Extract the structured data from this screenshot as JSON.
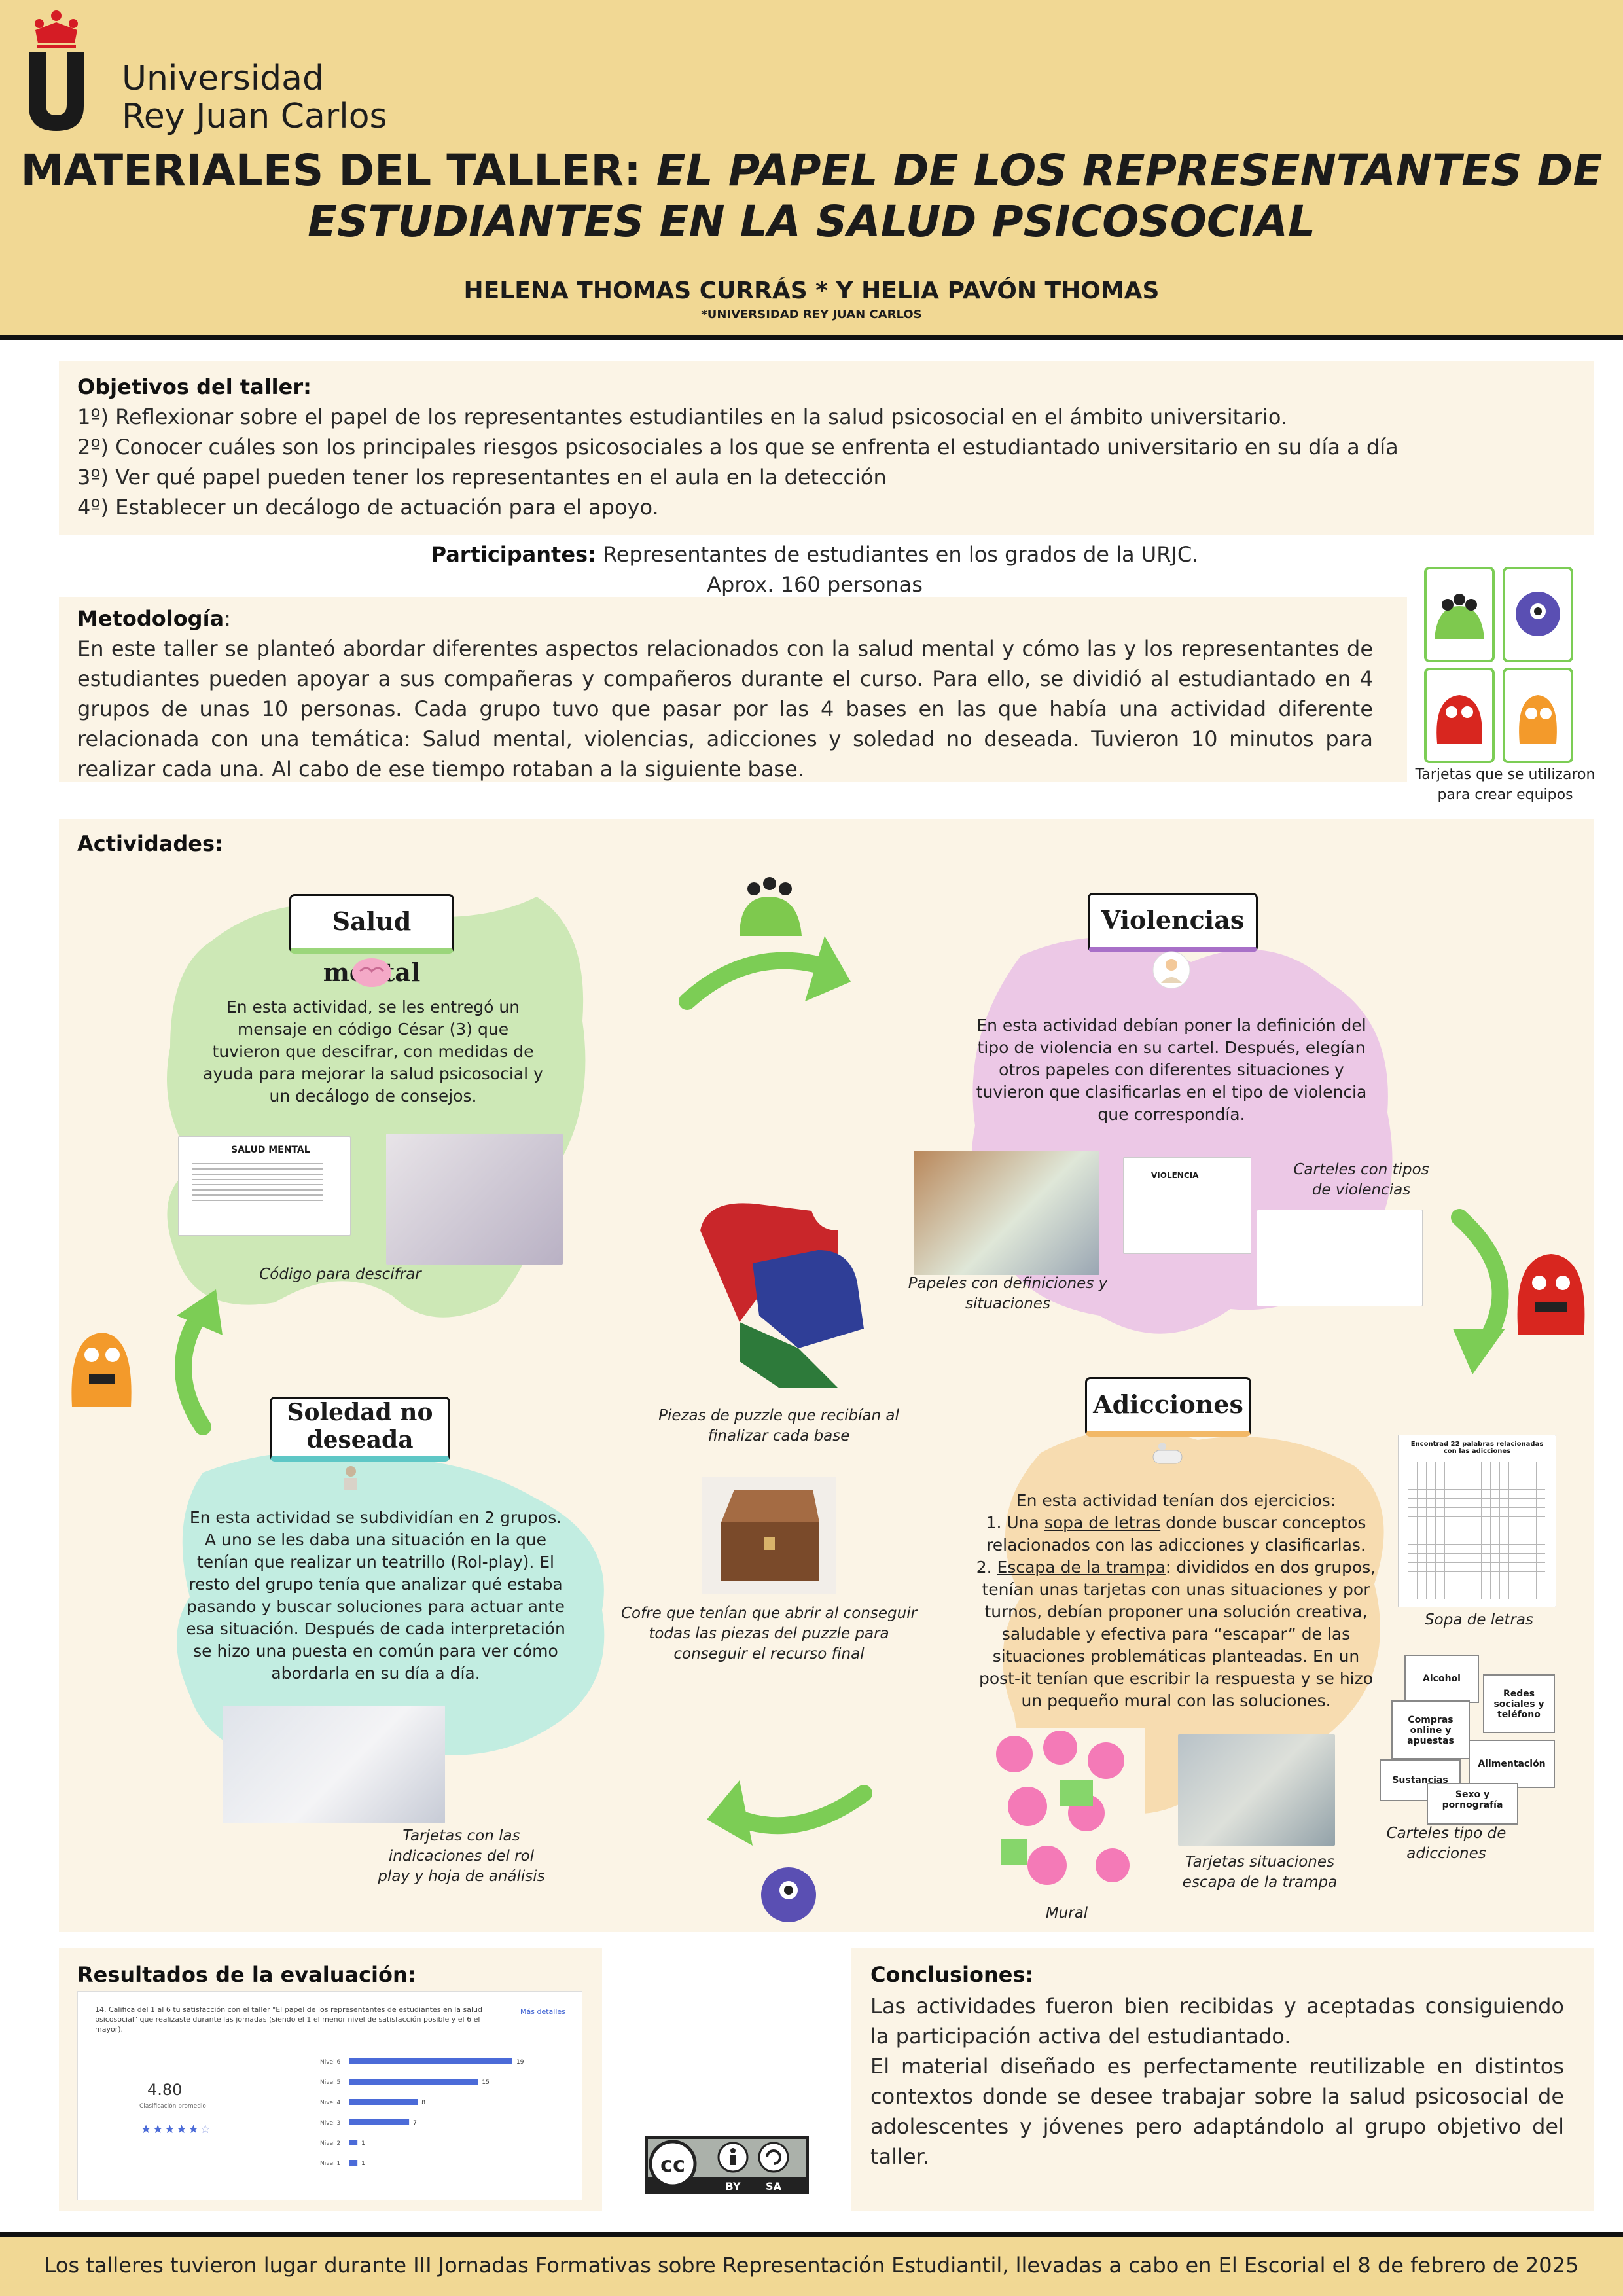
{
  "header": {
    "uni_line1": "Universidad",
    "uni_line2": "Rey Juan Carlos",
    "title_plain": "MATERIALES DEL TALLER: ",
    "title_italic_1": "EL PAPEL DE LOS REPRESENTANTES DE",
    "title_italic_2": "ESTUDIANTES EN LA SALUD PSICOSOCIAL",
    "authors": "HELENA THOMAS CURRÁS * Y HELIA PAVÓN THOMAS",
    "affiliation": "*UNIVERSIDAD REY JUAN CARLOS"
  },
  "objetivos": {
    "heading": "Objetivos del taller:",
    "items": [
      "1º) Reflexionar sobre el papel de los representantes estudiantiles en la salud psicosocial en el ámbito universitario.",
      "2º) Conocer cuáles son los principales riesgos psicosociales a los que se enfrenta el estudiantado universitario en su día a día",
      "3º) Ver qué papel pueden tener los representantes en el aula en la detección",
      "4º) Establecer un decálogo de actuación para el apoyo."
    ]
  },
  "participantes": {
    "label": "Participantes:",
    "text": " Representantes de estudiantes en los grados de la URJC.",
    "count": "Aprox. 160 personas"
  },
  "metodologia": {
    "heading": "Metodología",
    "colon": ":",
    "text": "En este taller se planteó abordar diferentes aspectos relacionados con la salud mental y cómo las y los representantes de estudiantes pueden apoyar a sus compañeras y compañeros durante el curso. Para ello, se dividió al estudiantado en 4 grupos de unas 10 personas. Cada grupo tuvo que pasar por las 4 bases en las que había una actividad diferente relacionada con una temática: Salud mental, violencias, adicciones y soledad no deseada. Tuvieron 10 minutos para realizar cada una. Al cabo de ese tiempo rotaban a la siguiente base."
  },
  "tarjetas_caption": "Tarjetas que se utilizaron para crear equipos",
  "actividades": {
    "heading": "Actividades:",
    "salud": {
      "label": "Salud mental",
      "text": "En esta actividad, se les entregó un mensaje en código César (3) que tuvieron que descifrar, con medidas de ayuda para mejorar la salud psicosocial y un decálogo de consejos.",
      "caption": "Código para descifrar",
      "sheet_title": "SALUD MENTAL"
    },
    "violencias": {
      "label": "Violencias",
      "text": "En esta actividad debían poner la definición del tipo de violencia en su cartel. Después, elegían otros papeles con diferentes situaciones y tuvieron que clasificarlas en el tipo de violencia que correspondía.",
      "caption_papeles": "Papeles con definiciones y situaciones",
      "caption_carteles": "Carteles con tipos de violencias",
      "sheet_title": "VIOLENCIA"
    },
    "adicciones": {
      "label": "Adicciones",
      "intro": "En esta actividad tenían dos ejercicios:",
      "ej1_prefix": "1. Una ",
      "ej1_link": "sopa de letras",
      "ej1_rest": " donde buscar conceptos relacionados con las adicciones y clasificarlas.",
      "ej2_prefix": "2. ",
      "ej2_link": "Escapa de la trampa",
      "ej2_rest": ": divididos en dos grupos, tenían unas tarjetas con unas situaciones y por turnos, debían proponer una solución creativa, saludable y efectiva para “escapar” de las situaciones problemáticas planteadas. En un post-it tenían que escribir la respuesta y se hizo un pequeño mural con las soluciones.",
      "caption_sopa": "Sopa de letras",
      "caption_carteles": "Carteles tipo de adicciones",
      "caption_tarjetas": "Tarjetas situaciones escapa de la trampa",
      "caption_mural": "Mural",
      "sopa_title": "Encontrad 22 palabras relacionadas con las adicciones",
      "carteles": [
        "Alcohol",
        "Redes sociales y teléfono",
        "Compras online y apuestas",
        "Sustancias",
        "Alimentación",
        "Sexo y pornografía"
      ]
    },
    "soledad": {
      "label": "Soledad no deseada",
      "text": "En esta actividad se subdividían en 2 grupos. A uno se les daba una situación en la que tenían que realizar un teatrillo (Rol-play). El resto del grupo tenía que analizar qué estaba pasando y buscar soluciones para actuar ante esa situación. Después de cada interpretación se hizo una puesta en común para ver cómo abordarla en su día a día.",
      "caption": "Tarjetas con las indicaciones del rol play y hoja de análisis"
    },
    "puzzle_caption": "Piezas de puzzle que recibían al finalizar cada base",
    "cofre_caption": "Cofre que tenían que abrir al conseguir todas las piezas del puzzle para conseguir el recurso final"
  },
  "resultados": {
    "heading": "Resultados de la evaluación:",
    "question": "14. Califica del 1 al 6 tu satisfacción con el taller \"El papel de los representantes de estudiantes en la salud psicosocial\" que realizaste durante las jornadas (siendo el 1 el menor nivel de satisfacción posible y el 6 el mayor).",
    "details_link": "Más detalles",
    "average": "4.80",
    "average_label": "Clasificación promedio",
    "chart_data": {
      "type": "bar",
      "categories": [
        "Nivel 6",
        "Nivel 5",
        "Nivel 4",
        "Nivel 3",
        "Nivel 2",
        "Nivel 1"
      ],
      "values": [
        19,
        15,
        8,
        7,
        1,
        1
      ],
      "xlim": [
        0,
        19
      ]
    }
  },
  "conclusiones": {
    "heading": "Conclusiones:",
    "p1": "Las actividades fueron bien recibidas y aceptadas consiguiendo la participación activa del estudiantado.",
    "p2": "El material diseñado es perfectamente reutilizable en distintos contextos donde se desee trabajar sobre la salud psicosocial de adolescentes y jóvenes pero adaptándolo al grupo objetivo del taller."
  },
  "license": {
    "by": "BY",
    "sa": "SA"
  },
  "footer": "Los talleres tuvieron lugar durante III Jornadas Formativas sobre Representación Estudiantil, llevadas a cabo en El Escorial el 8 de febrero de 2025",
  "colors": {
    "header": "#f1d894",
    "panel": "#fbf4e6",
    "logo_red": "#d51c25",
    "green_blob": "#cde8b6",
    "pink_blob": "#ecc8e6",
    "peach_blob": "#f7dcb0",
    "teal_blob": "#c2ede1",
    "arrow_green": "#7ccd55"
  }
}
